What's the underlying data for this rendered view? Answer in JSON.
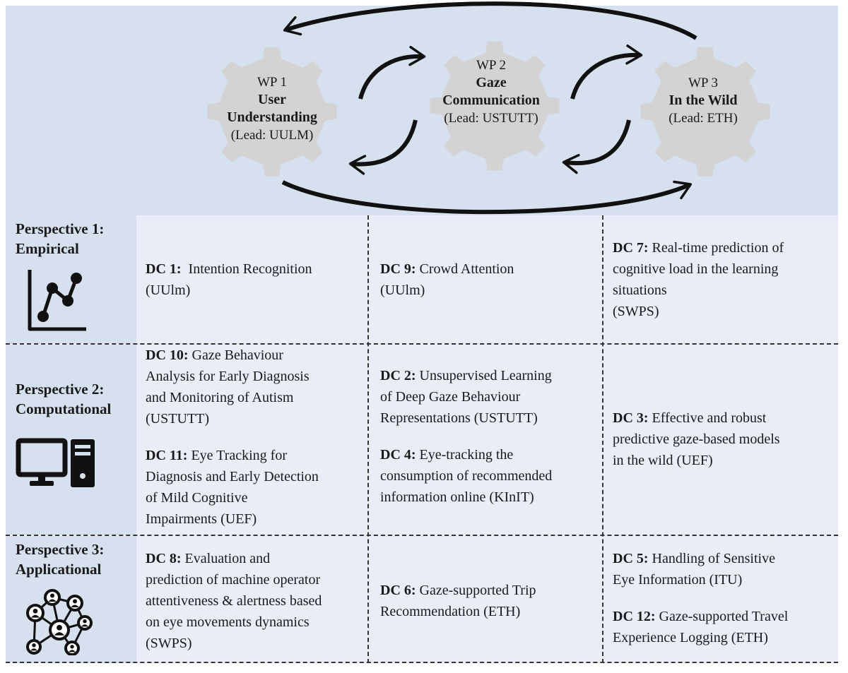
{
  "work_packages": [
    {
      "number": "WP 1",
      "title_lines": [
        "User",
        "Understanding"
      ],
      "lead": "(Lead: UULM)"
    },
    {
      "number": "WP 2",
      "title_lines": [
        "Gaze",
        "Communication"
      ],
      "lead": "(Lead: USTUTT)"
    },
    {
      "number": "WP 3",
      "title_lines": [
        "In the Wild"
      ],
      "lead": "(Lead: ETH)"
    }
  ],
  "perspectives": [
    {
      "title_lines": [
        "Perspective 1:",
        "Empirical"
      ],
      "icon": "line-chart-icon"
    },
    {
      "title_lines": [
        "Perspective 2:",
        "Computational"
      ],
      "icon": "computer-icon"
    },
    {
      "title_lines": [
        "Perspective 3:",
        "Applicational"
      ],
      "icon": "network-icon"
    }
  ],
  "cells": {
    "r1c1": [
      {
        "dc": "DC 1:",
        "lines": [
          "  Intention Recognition",
          "(UUlm)"
        ]
      }
    ],
    "r1c2": [
      {
        "dc": "DC 9:",
        "lines": [
          " Crowd Attention",
          "(UUlm)"
        ]
      }
    ],
    "r1c3": [
      {
        "dc": "DC 7:",
        "lines": [
          " Real-time prediction of",
          "cognitive load in the learning",
          "situations",
          "(SWPS)"
        ]
      }
    ],
    "r2c1": [
      {
        "dc": "DC 10:",
        "lines": [
          " Gaze Behaviour",
          "Analysis for Early Diagnosis",
          "and Monitoring of Autism",
          "(USTUTT)"
        ]
      },
      {
        "dc": "DC 11:",
        "lines": [
          " Eye Tracking for",
          "Diagnosis and Early Detection",
          "of Mild Cognitive",
          "Impairments (UEF)"
        ]
      }
    ],
    "r2c2": [
      {
        "dc": "DC 2:",
        "lines": [
          " Unsupervised Learning",
          "of Deep Gaze Behaviour",
          "Representations (USTUTT)"
        ]
      },
      {
        "dc": "DC 4:",
        "lines": [
          " Eye-tracking the",
          "consumption of recommended",
          "information online (KInIT)"
        ]
      }
    ],
    "r2c3": [
      {
        "dc": "DC 3:",
        "lines": [
          " Effective and robust",
          "predictive gaze-based models",
          "in the wild (UEF)"
        ]
      }
    ],
    "r3c1": [
      {
        "dc": "DC 8:",
        "lines": [
          " Evaluation and",
          "prediction of machine operator",
          "attentiveness & alertness based",
          "on eye movements dynamics",
          "(SWPS)"
        ]
      }
    ],
    "r3c2": [
      {
        "dc": "DC 6:",
        "lines": [
          " Gaze-supported Trip",
          "Recommendation (ETH)"
        ]
      }
    ],
    "r3c3": [
      {
        "dc": "DC 5:",
        "lines": [
          " Handling of Sensitive",
          "Eye Information (ITU)"
        ]
      },
      {
        "dc": "DC 12:",
        "lines": [
          " Gaze-supported Travel",
          "Experience Logging (ETH)"
        ]
      }
    ]
  },
  "colors": {
    "panel": "#d6e0ef",
    "cell": "#e8edf7",
    "gear": "#d3d3d3",
    "arrow": "#111111"
  }
}
